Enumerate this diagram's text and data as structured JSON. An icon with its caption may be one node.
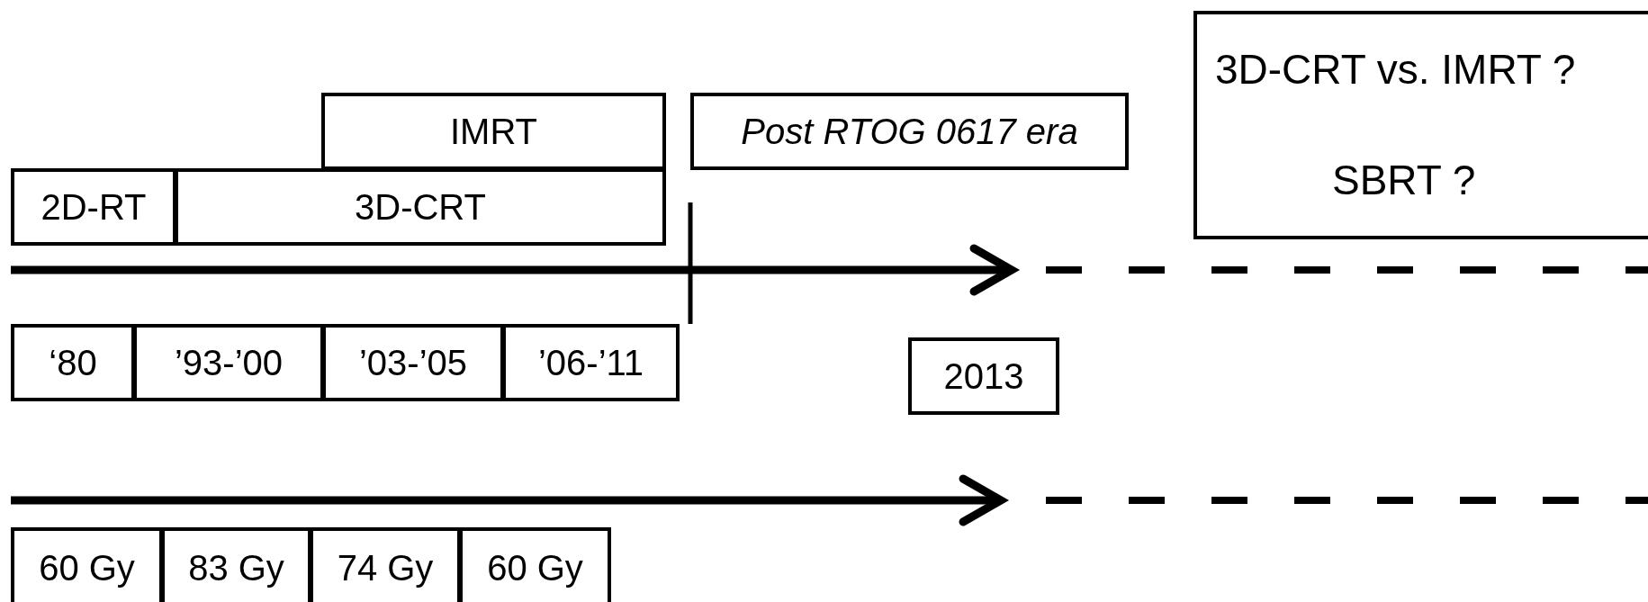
{
  "diagram": {
    "nodes": [
      {
        "text": [
          "3D-CRT vs. IMRT ?",
          "SBRT ?"
        ]
      },
      {
        "text": [
          "IMRT"
        ]
      },
      {
        "text": [
          "Post RTOG 0617 era"
        ]
      },
      {
        "text": [
          "2D-RT"
        ]
      },
      {
        "text": [
          "3D-CRT"
        ]
      },
      {
        "text": [
          "‘80"
        ]
      },
      {
        "text": [
          "’93-’00"
        ]
      },
      {
        "text": [
          "’03-’05"
        ]
      },
      {
        "text": [
          "’06-’11"
        ]
      },
      {
        "text": [
          "2013"
        ]
      },
      {
        "text": [
          "60 Gy"
        ]
      },
      {
        "text": [
          "83 Gy"
        ]
      },
      {
        "text": [
          "74 Gy"
        ]
      },
      {
        "text": [
          "60 Gy"
        ]
      }
    ]
  }
}
